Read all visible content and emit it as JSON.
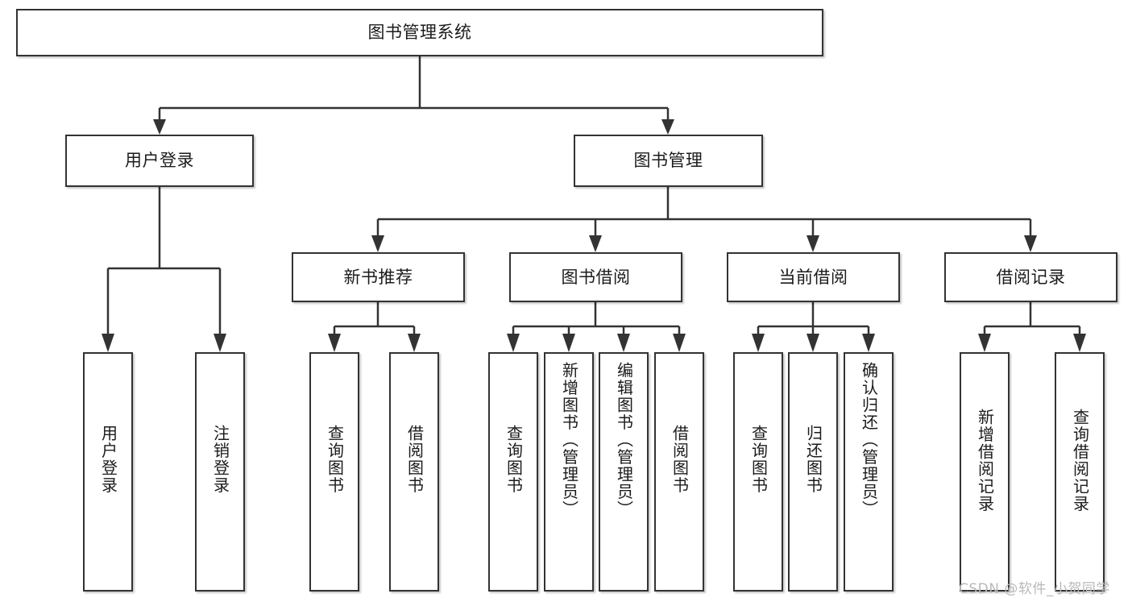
{
  "diagram": {
    "type": "hierarchy-tree",
    "title": "图书管理系统",
    "root": {
      "label": "图书管理系统"
    },
    "level1": [
      {
        "label": "用户登录"
      },
      {
        "label": "图书管理"
      }
    ],
    "level2": [
      {
        "label": "新书推荐"
      },
      {
        "label": "图书借阅"
      },
      {
        "label": "当前借阅"
      },
      {
        "label": "借阅记录"
      }
    ],
    "leaves": {
      "user_login": [
        {
          "label": "用户登录"
        },
        {
          "label": "注销登录"
        }
      ],
      "new_book_recommend": [
        {
          "label": "查询图书"
        },
        {
          "label": "借阅图书"
        }
      ],
      "book_borrow": [
        {
          "label": "查询图书"
        },
        {
          "label": "新增图书（管理员）"
        },
        {
          "label": "编辑图书（管理员）"
        },
        {
          "label": "借阅图书"
        }
      ],
      "current_borrow": [
        {
          "label": "查询图书"
        },
        {
          "label": "归还图书"
        },
        {
          "label": "确认归还（管理员）"
        }
      ],
      "borrow_record": [
        {
          "label": "新增借阅记录"
        },
        {
          "label": "查询借阅记录"
        }
      ]
    }
  },
  "watermark": {
    "text": "CSDN @软件_小贺同学"
  },
  "colors": {
    "border": "#333333",
    "background": "#ffffff",
    "text": "#1b1b1b",
    "watermark": "#b9b9b9"
  }
}
